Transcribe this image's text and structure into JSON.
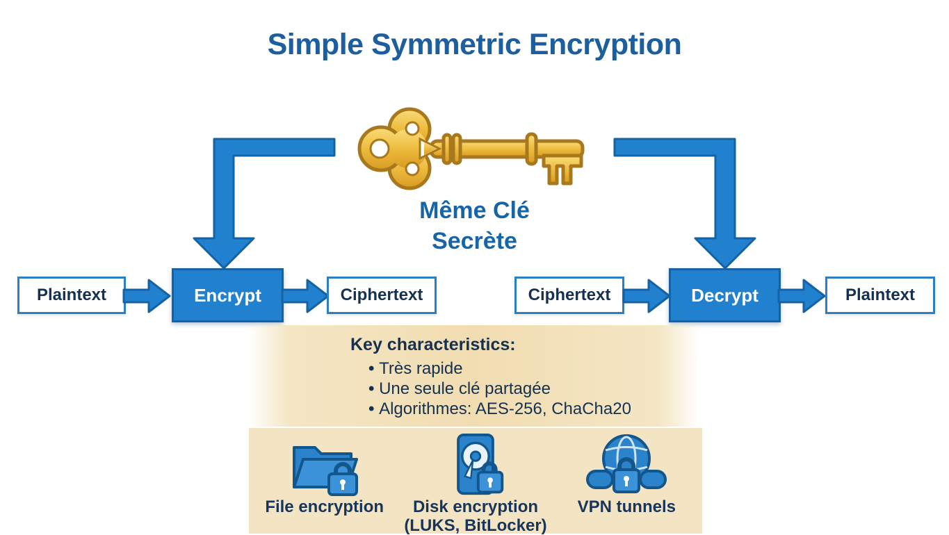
{
  "title": "Simple Symmetric Encryption",
  "key": {
    "icon": "golden-key-icon",
    "label_line1": "Même Clé",
    "label_line2": "Secrète"
  },
  "flows": {
    "left": {
      "input": "Plaintext",
      "process": "Encrypt",
      "output": "Ciphertext"
    },
    "right": {
      "input": "Ciphertext",
      "process": "Decrypt",
      "output": "Plaintext"
    }
  },
  "characteristics": {
    "heading": "Key characteristics:",
    "items": [
      "Très rapide",
      "Une seule clé partagée",
      "Algorithmes: AES-256, ChaCha20"
    ]
  },
  "use_cases": [
    {
      "icon": "folder-lock-icon",
      "label": "File encryption",
      "sublabel": ""
    },
    {
      "icon": "disk-lock-icon",
      "label": "Disk encryption",
      "sublabel": "(LUKS, BitLocker)"
    },
    {
      "icon": "globe-lock-icon",
      "label": "VPN tunnels",
      "sublabel": ""
    }
  ],
  "colors": {
    "accent_blue": "#2181ce",
    "dark_blue_border": "#1563a5",
    "title_blue": "#1d5e9e",
    "navy_text": "#16314f",
    "key_gold": "#eebc3f",
    "characteristics_band": "#f1ddb2",
    "use_cases_band": "#f3e5c3"
  }
}
